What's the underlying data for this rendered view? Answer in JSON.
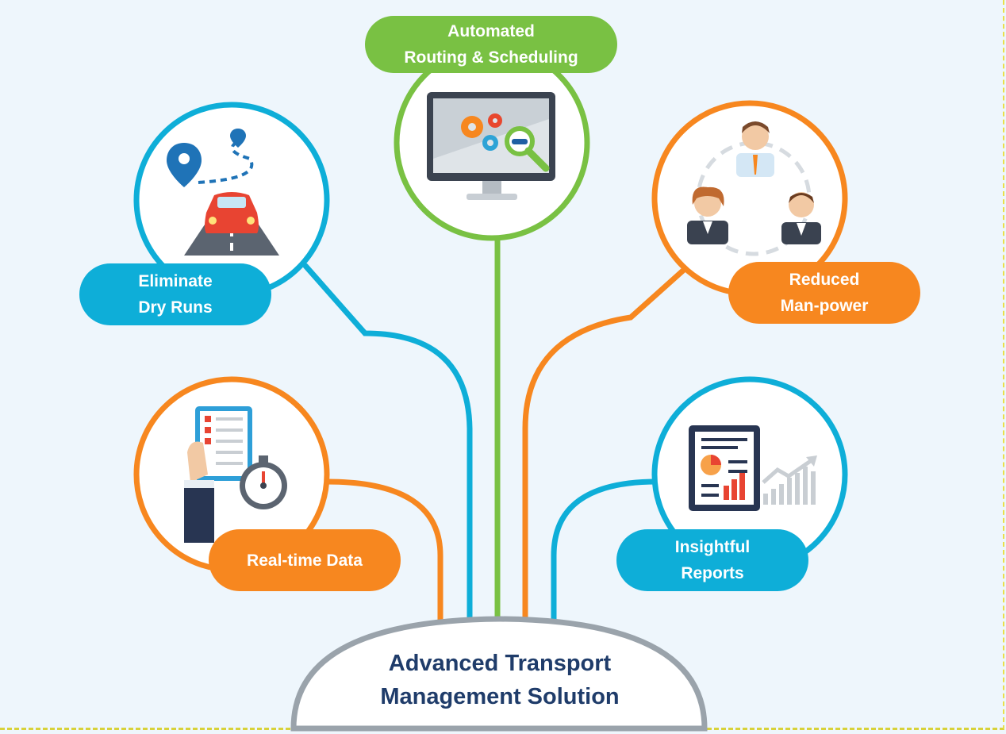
{
  "center": {
    "line1": "Advanced Transport",
    "line2": "Management Solution"
  },
  "nodes": {
    "routing": {
      "line1": "Automated",
      "line2": "Routing & Scheduling",
      "color": "#79c143",
      "icon": "monitor-gears-icon"
    },
    "dry_runs": {
      "line1": "Eliminate",
      "line2": "Dry Runs",
      "color": "#0eaed8",
      "icon": "map-route-car-icon"
    },
    "manpower": {
      "line1": "Reduced",
      "line2": "Man-power",
      "color": "#f7871f",
      "icon": "people-network-icon"
    },
    "realtime": {
      "line1": "Real-time Data",
      "color": "#f7871f",
      "icon": "checklist-stopwatch-icon"
    },
    "reports": {
      "line1": "Insightful",
      "line2": "Reports",
      "color": "#0eaed8",
      "icon": "report-chart-icon"
    }
  }
}
